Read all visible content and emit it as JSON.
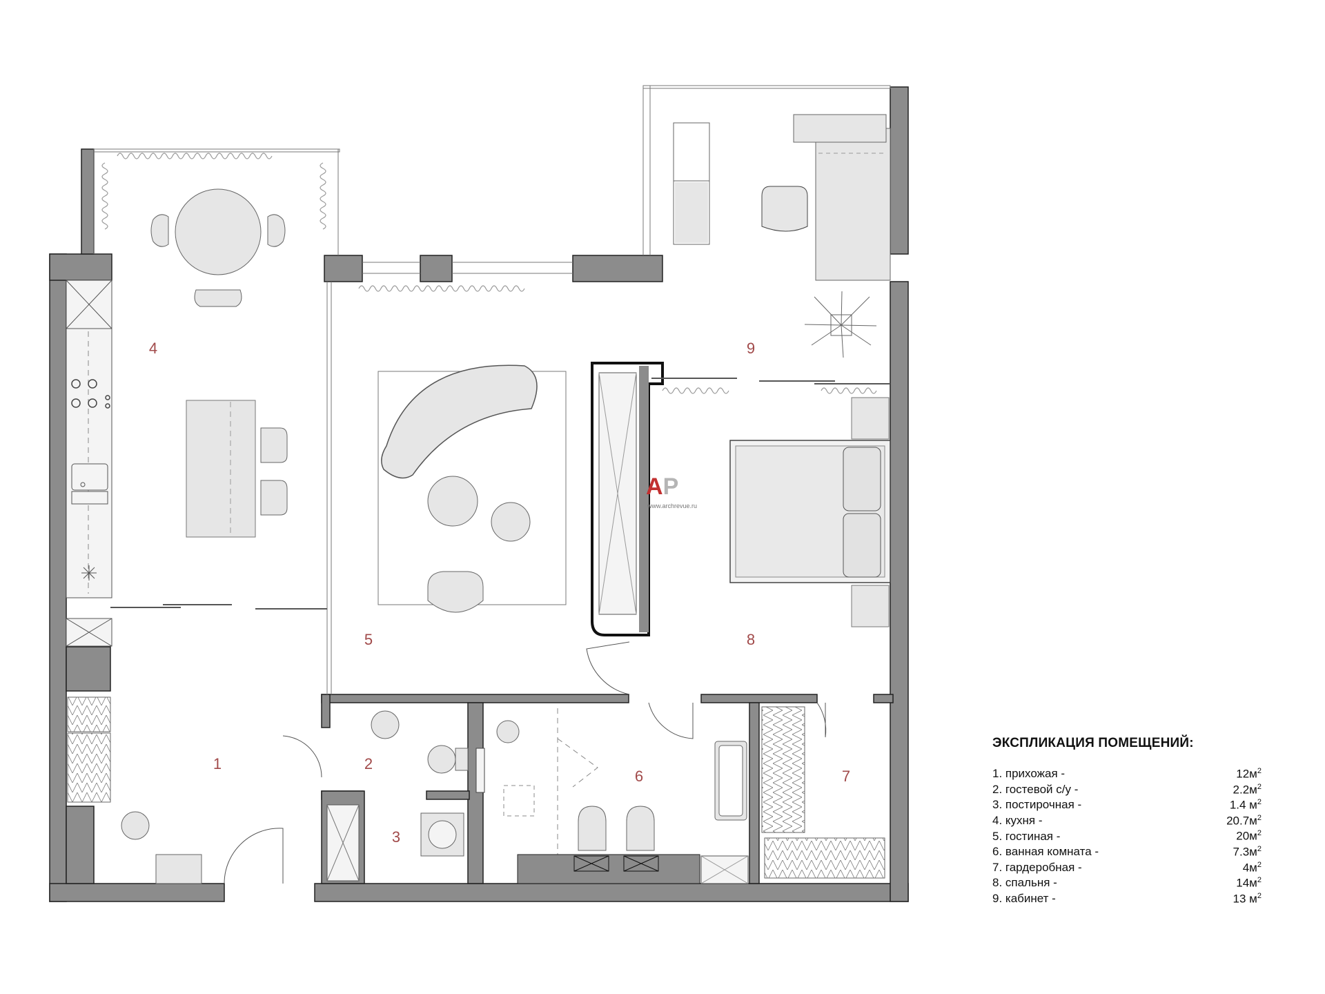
{
  "rooms": [
    {
      "number": "1"
    },
    {
      "number": "2"
    },
    {
      "number": "3"
    },
    {
      "number": "4"
    },
    {
      "number": "5"
    },
    {
      "number": "6"
    },
    {
      "number": "7"
    },
    {
      "number": "8"
    },
    {
      "number": "9"
    }
  ],
  "legend": {
    "title": "ЭКСПЛИКАЦИЯ ПОМЕЩЕНИЙ:",
    "items": [
      {
        "label": "1. прихожая -",
        "value": "12м",
        "sup": "2"
      },
      {
        "label": "2. гостевой с/у -",
        "value": "2.2м",
        "sup": "2"
      },
      {
        "label": "3. постирочная -",
        "value": "1.4 м",
        "sup": "2"
      },
      {
        "label": "4. кухня -",
        "value": "20.7м",
        "sup": "2"
      },
      {
        "label": "5. гостиная -",
        "value": "20м",
        "sup": "2"
      },
      {
        "label": "6. ванная комната -",
        "value": "7.3м",
        "sup": "2"
      },
      {
        "label": "7. гардеробная -",
        "value": "4м",
        "sup": "2"
      },
      {
        "label": "8. спальня -",
        "value": "14м",
        "sup": "2"
      },
      {
        "label": "9. кабинет -",
        "value": "13 м",
        "sup": "2"
      }
    ]
  },
  "watermark": {
    "letter_a": "A",
    "letter_p": "P",
    "url": "www.archrevue.ru"
  },
  "colors": {
    "wall": "#8c8c8c",
    "furniture": "#e6e6e6",
    "outline": "#555555",
    "room_number": "#a14a4a"
  }
}
